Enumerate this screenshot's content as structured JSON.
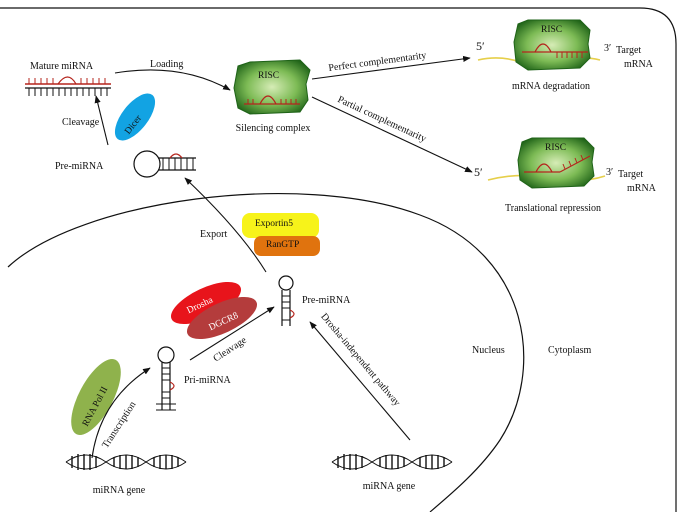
{
  "labels": {
    "mature_mirna": "Mature miRNA",
    "loading": "Loading",
    "risc": "RISC",
    "silencing_complex": "Silencing complex",
    "perfect_complementarity": "Perfect complementarity",
    "partial_complementarity": "Partial complementarity",
    "five_prime": "5′",
    "three_prime": "3′",
    "target": "Target",
    "mrna": "mRNA",
    "mrna_degradation": "mRNA degradation",
    "translational_repression": "Translational repression",
    "cleavage": "Cleavage",
    "dicer": "Dicer",
    "pre_mirna": "Pre-miRNA",
    "export": "Export",
    "exportin5": "Exportin5",
    "rangtp": "RanGTP",
    "drosha": "Drosha",
    "dgcr8": "DGCR8",
    "pri_mirna": "Pri-miRNA",
    "rna_pol_ii": "RNA Pol II",
    "transcription": "Transcription",
    "mirna_gene": "miRNA gene",
    "drosha_independent": "Drosha-independent pathway",
    "nucleus": "Nucleus",
    "cytoplasm": "Cytoplasm"
  },
  "colors": {
    "rna": "#b5251d",
    "risc_green": "#2e7d22",
    "risc_light": "#c9e3a3",
    "dicer_blue": "#12a3e3",
    "drosha_red": "#e8141b",
    "dgcr8_red": "#b43c3c",
    "exportin_yellow": "#f7f31a",
    "rangtp_orange": "#e0730e",
    "pol_green": "#8fb24c",
    "mrna_yellow": "#e6cf4a"
  }
}
